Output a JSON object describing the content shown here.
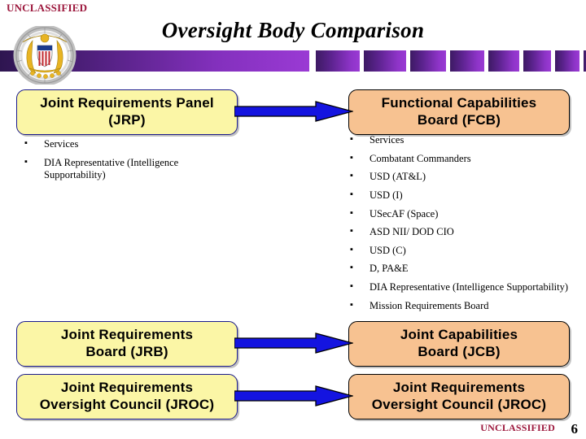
{
  "classification": {
    "top_marking": "UNCLASSIFIED",
    "bottom_marking": "UNCLASSIFIED",
    "marking_color": "#9c173c"
  },
  "page_number": "6",
  "title": "Oversight Body Comparison",
  "seal": {
    "name": "joint-chiefs-of-staff-seal",
    "colors": {
      "wreath": "#c9c9c9",
      "eagle_gold": "#e8b423",
      "shield_red": "#c1272d",
      "shield_blue": "#1b3a8c"
    }
  },
  "band": {
    "accent_dark": "#3d1a63",
    "accent_light": "#9a3ad4",
    "segment_widths": [
      380,
      54,
      52,
      44,
      42,
      38,
      34,
      30,
      24,
      17,
      12,
      8,
      6
    ]
  },
  "columns": {
    "left": {
      "header": {
        "line1": "Joint Requirements Panel",
        "line2": "(JRP)",
        "fill": "#fbf6a6",
        "border": "#1a1a8c"
      },
      "members": [
        "Services",
        "DIA Representative (Intelligence Supportability)"
      ],
      "lower_boxes": [
        {
          "line1": "Joint Requirements",
          "line2": "Board (JRB)"
        },
        {
          "line1": "Joint Requirements",
          "line2": "Oversight Council (JROC)"
        }
      ]
    },
    "right": {
      "header": {
        "line1": "Functional  Capabilities",
        "line2": "Board  (FCB)",
        "fill": "#f7c291",
        "border": "#000000"
      },
      "members": [
        "Services",
        "Combatant Commanders",
        "USD (AT&L)",
        "USD (I)",
        "USecAF (Space)",
        "ASD NII/ DOD CIO",
        "USD (C)",
        "D, PA&E",
        "DIA Representative (Intelligence Supportability)",
        "Mission Requirements Board"
      ],
      "lower_boxes": [
        {
          "line1": "Joint Capabilities",
          "line2": "Board (JCB)"
        },
        {
          "line1": "Joint Requirements",
          "line2": "Oversight Council (JROC)"
        }
      ]
    }
  },
  "arrows": {
    "color": "#1414e0",
    "outline": "#000000",
    "count": 3,
    "direction": "left-to-right"
  },
  "bullet_glyph": "▪"
}
